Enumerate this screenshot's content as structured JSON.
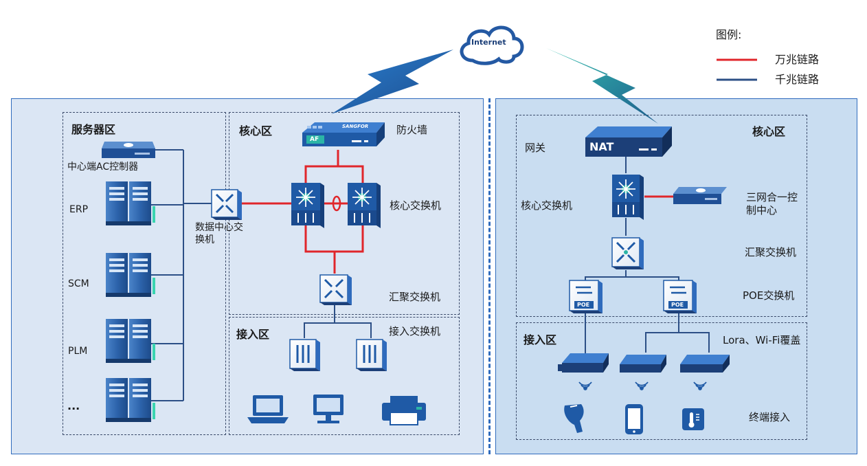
{
  "internet_label": "Internet",
  "legend": {
    "title": "图例:",
    "items": [
      {
        "label": "万兆链路",
        "color": "#e0262b"
      },
      {
        "label": "千兆链路",
        "color": "#2c4f86"
      }
    ]
  },
  "left": {
    "server_zone": {
      "title": "服务器区",
      "ac_controller": "中心端AC控制器",
      "servers": [
        "ERP",
        "SCM",
        "PLM",
        "..."
      ]
    },
    "datacenter_switch": "数据中心交换机",
    "core_zone": {
      "title": "核心区",
      "firewall": "防火墙",
      "firewall_brand": "SANGFOR",
      "firewall_badge": "AF",
      "core_switch": "核心交换机",
      "agg_switch": "汇聚交换机"
    },
    "access_zone": {
      "title": "接入区",
      "access_switch": "接入交换机"
    }
  },
  "right": {
    "core_zone": {
      "title": "核心区",
      "gateway": "网关",
      "nat_badge": "NAT",
      "core_switch": "核心交换机",
      "control_center_line1": "三网合一控",
      "control_center_line2": "制中心",
      "agg_switch": "汇聚交换机",
      "poe_switch": "POE交换机",
      "poe_badge": "POE"
    },
    "access_zone": {
      "title": "接入区",
      "coverage": "Lora、Wi-Fi覆盖",
      "terminal_access": "终端接入"
    }
  },
  "colors": {
    "red_link": "#e0262b",
    "blue_link": "#2c4f86",
    "device_blue": "#1f5aa6",
    "device_dark": "#1c3f78",
    "accent_teal": "#2bb5a6"
  }
}
